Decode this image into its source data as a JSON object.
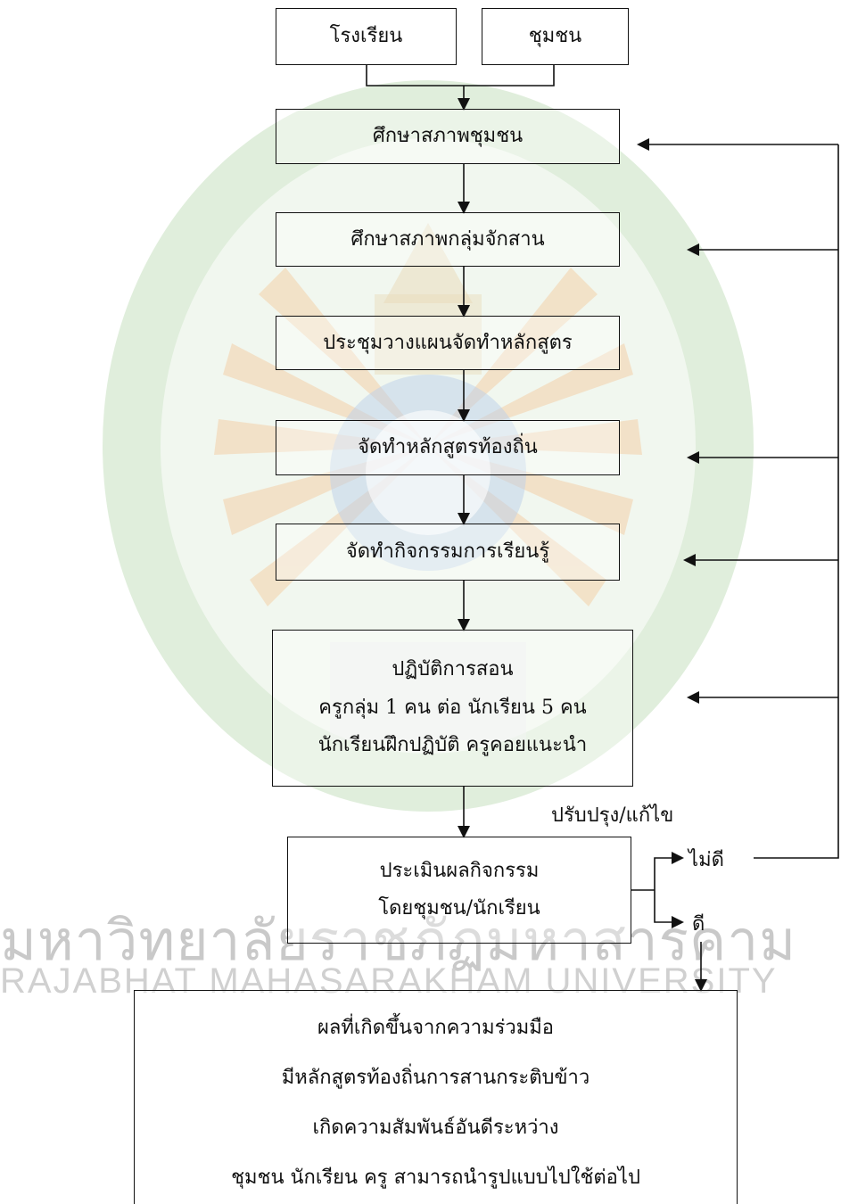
{
  "sources": {
    "school": "โรงเรียน",
    "community": "ชุมชน"
  },
  "steps": {
    "study_community": "ศึกษาสภาพชุมชน",
    "study_weaving_group": "ศึกษาสภาพกลุ่มจักสาน",
    "planning_meeting": "ประชุมวางแผนจัดทำหลักสูตร",
    "create_local_curriculum": "จัดทำหลักสูตรท้องถิ่น",
    "create_learning_activities": "จัดทำกิจกรรมการเรียนรู้"
  },
  "teaching": {
    "title": "ปฏิบัติการสอน",
    "line1": "ครูกลุ่ม  1 คน ต่อ นักเรียน 5 คน",
    "line2": "นักเรียนฝึกปฏิบัติ ครูคอยแนะนำ"
  },
  "evaluation": {
    "line1": "ประเมินผลกิจกรรม",
    "line2": "โดยชุมชน/นักเรียน"
  },
  "feedback": {
    "improve": "ปรับปรุง/แก้ไข",
    "not_good": "ไม่ดี",
    "good": "ดี"
  },
  "result": {
    "line1": "ผลที่เกิดขึ้นจากความร่วมมือ",
    "line2": "มีหลักสูตรท้องถิ่นการสานกระติบข้าว",
    "line3": "เกิดความสัมพันธ์อันดีระหว่าง",
    "line4": "ชุมชน นักเรียน ครู  สามารถนำรูปแบบไปใช้ต่อไป"
  },
  "watermark": {
    "thai": "มหาวิทยาลัยราชภัฏมหาสารคาม",
    "english": "RAJABHAT MAHASARAKHAM UNIVERSITY"
  },
  "colors": {
    "watermark_green": "#9bc79a",
    "watermark_orange": "#f4c79a",
    "watermark_blue": "#9fb7d8"
  }
}
